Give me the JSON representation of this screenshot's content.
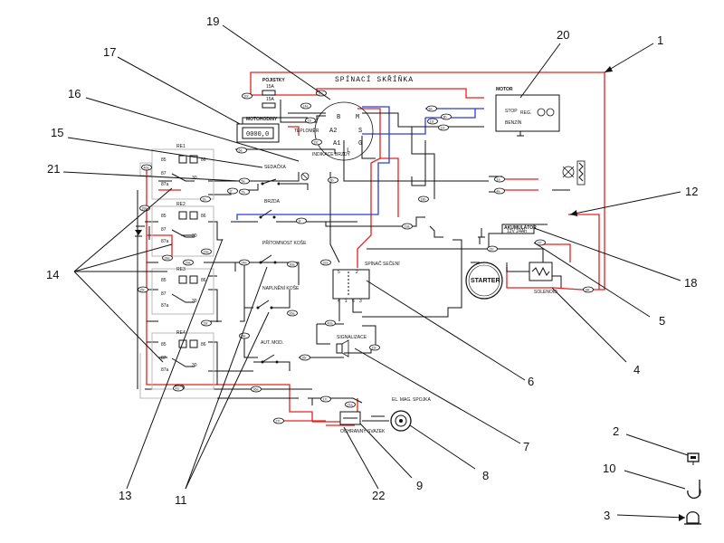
{
  "components": {
    "spinaci_skrinka": "SPÍNACÍ SKŘÍŇKA",
    "pojistky": "POJISTKY",
    "fuse_value": "15A",
    "motor": "MOTOR",
    "stop": "STOP",
    "reg": "REG.",
    "benzin": "BENZÍN",
    "motohodiny": "MOTOHODINY",
    "hour_display": "0000,0",
    "indikace_brzdy": "INDIKACE BRZDY",
    "teplomer": "TEPLOMĚR",
    "sedacka": "SEDAČKA",
    "brzda": "BRZDA",
    "pritomnost_kose": "PŘÍTOMNOST KOŠE",
    "naplneni_kose": "NAPLNĚNÍ KOŠE",
    "aut_mod": "AUT. MOD.",
    "signalizace": "SIGNALIZACE",
    "spinac_seceni": "SPÍNAČ SEČENÍ",
    "akumulator": "AKUMULÁTOR",
    "akumulator_spec": "12V 24Ah",
    "starter": "STARTER",
    "solenoid": "SOLENOID",
    "el_mag_spojka": "EL. MAG. SPOJKA",
    "ochranny_svazek": "OCHRANNÝ SVAZEK",
    "relays": [
      "RE1",
      "RE2",
      "RE3",
      "RE4"
    ],
    "relay_pins": [
      "85",
      "87",
      "87a",
      "86",
      "30"
    ],
    "switch_terminals": [
      "B",
      "M",
      "A2",
      "S",
      "A1",
      "G",
      "L"
    ],
    "seceni_terminals": [
      "5",
      "2",
      "4",
      "1",
      "6",
      "3"
    ]
  },
  "wire_codes": [
    "20r",
    "10r",
    "14a",
    "11r",
    "22r",
    "8a",
    "8b",
    "13r",
    "12r",
    "6a",
    "6b",
    "1a",
    "4a",
    "5a",
    "7a",
    "2r",
    "3a",
    "9r",
    "18b",
    "19a",
    "23a",
    "28a",
    "29a",
    "24a",
    "30a",
    "32a",
    "25r",
    "26a",
    "33r",
    "34r",
    "35r",
    "42a",
    "15r",
    "16a",
    "36a",
    "17r",
    "21a",
    "27r",
    "31r",
    "37r",
    "38r",
    "39a",
    "40a",
    "41r"
  ],
  "callouts": [
    "19",
    "17",
    "16",
    "15",
    "21",
    "14",
    "13",
    "11",
    "22",
    "20",
    "1",
    "12",
    "18",
    "5",
    "4",
    "6",
    "7",
    "8",
    "9",
    "2",
    "10",
    "3"
  ]
}
